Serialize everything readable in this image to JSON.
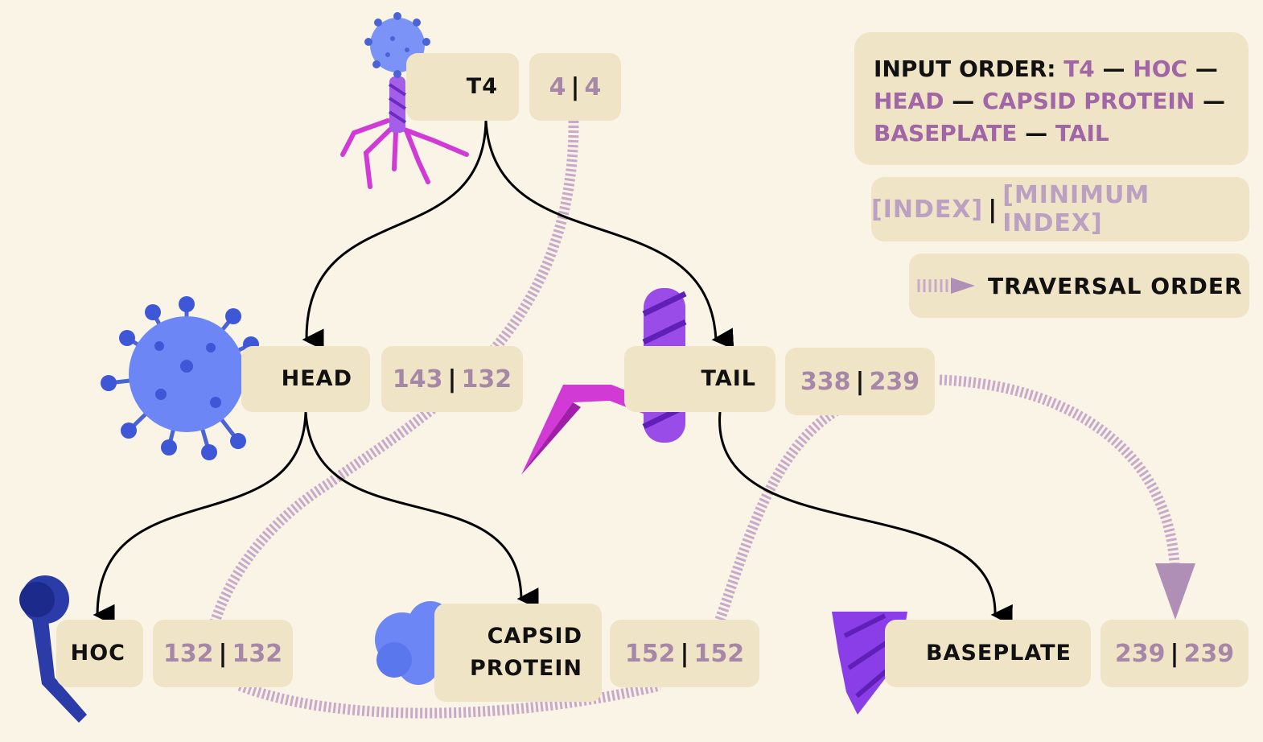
{
  "legend": {
    "input_order_prefix": "INPUT ORDER:",
    "input_order_items": [
      "T4",
      "HOC",
      "HEAD",
      "CAPSID PROTEIN",
      "BASEPLATE",
      "TAIL"
    ],
    "dash": "—",
    "index_label": "[INDEX]",
    "min_index_label": "[MINIMUM INDEX]",
    "separator": "|",
    "traversal_label": "TRAVERSAL ORDER"
  },
  "nodes": {
    "t4": {
      "label": "T4",
      "index": "4",
      "min_index": "4"
    },
    "head": {
      "label": "HEAD",
      "index": "143",
      "min_index": "132"
    },
    "tail": {
      "label": "TAIL",
      "index": "338",
      "min_index": "239"
    },
    "hoc": {
      "label": "HOC",
      "index": "132",
      "min_index": "132"
    },
    "capsid": {
      "label_line1": "CAPSID",
      "label_line2": "PROTEIN",
      "index": "152",
      "min_index": "152"
    },
    "baseplate": {
      "label": "BASEPLATE",
      "index": "239",
      "min_index": "239"
    }
  },
  "colors": {
    "background": "#faf4e7",
    "box": "#f0e4c6",
    "index_text": "#a787a7",
    "traversal_dash": "#c9a9c9",
    "virus_blue": "#6c87f5",
    "dark_blue": "#2b3ba8",
    "magenta": "#d23ad6",
    "violet": "#9a4ce8"
  }
}
